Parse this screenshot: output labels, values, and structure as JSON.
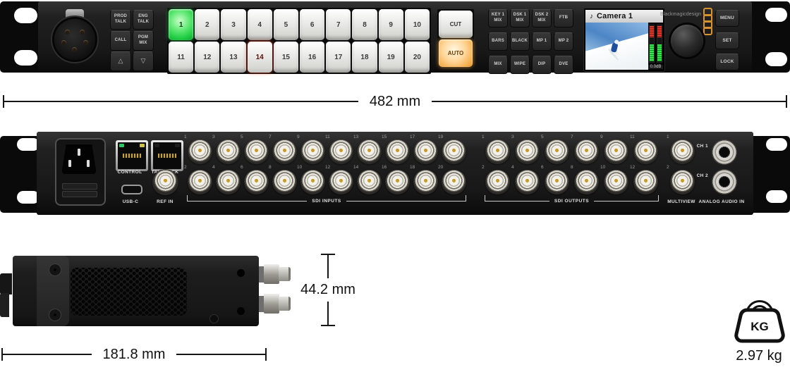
{
  "front": {
    "talk": {
      "prod_talk": "PROD TALK",
      "eng_talk": "ENG TALK",
      "call": "CALL",
      "pgm_mix": "PGM MIX",
      "up": "△",
      "down": "▽"
    },
    "input_buttons": [
      "1",
      "2",
      "3",
      "4",
      "5",
      "6",
      "7",
      "8",
      "9",
      "10",
      "11",
      "12",
      "13",
      "14",
      "15",
      "16",
      "17",
      "18",
      "19",
      "20"
    ],
    "lit": {
      "green_button": "1",
      "red_button": "14",
      "auto_lit": true
    },
    "transition": {
      "cut": "CUT",
      "auto": "AUTO"
    },
    "function_buttons": [
      "KEY 1 MIX",
      "DSK 1 MIX",
      "DSK 2 MIX",
      "FTB",
      "BARS",
      "BLACK",
      "MP 1",
      "MP 2",
      "MIX",
      "WIPE",
      "DIP",
      "DVE"
    ],
    "lcd": {
      "note_icon": "♪",
      "title": "Camera 1",
      "audio_level": "0.0dB"
    },
    "brand": "Blackmagicdesign",
    "menu_buttons": [
      "MENU",
      "SET",
      "LOCK"
    ]
  },
  "rear": {
    "labels": {
      "control": "CONTROL",
      "talkback": "TALKBACK",
      "usb": "USB-C",
      "ref_in": "REF IN",
      "sdi_inputs": "SDI INPUTS",
      "sdi_outputs": "SDI OUTPUTS",
      "multiview": "MULTIVIEW",
      "analog_audio_in": "ANALOG AUDIO IN",
      "ch1": "CH 1",
      "ch2": "CH 2"
    },
    "sdi_input_columns": [
      [
        "1",
        "2"
      ],
      [
        "3",
        "4"
      ],
      [
        "5",
        "6"
      ],
      [
        "7",
        "8"
      ],
      [
        "9",
        "10"
      ],
      [
        "11",
        "12"
      ],
      [
        "13",
        "14"
      ],
      [
        "15",
        "16"
      ],
      [
        "17",
        "18"
      ],
      [
        "19",
        "20"
      ]
    ],
    "sdi_output_columns": [
      [
        "1",
        "2"
      ],
      [
        "3",
        "4"
      ],
      [
        "5",
        "6"
      ],
      [
        "7",
        "8"
      ],
      [
        "9",
        "10"
      ],
      [
        "11",
        "12"
      ]
    ],
    "multiview_columns": [
      [
        "1",
        "2"
      ]
    ]
  },
  "dimensions": {
    "width": "482 mm",
    "height": "44.2 mm",
    "depth": "181.8 mm",
    "weight_value": "2.97 kg",
    "weight_unit_icon": "KG"
  },
  "colors": {
    "lit_green": "#1ecb41",
    "lit_red": "#f43a24",
    "lit_amber": "#f6ab47",
    "logo_dots": "#d9942f"
  }
}
